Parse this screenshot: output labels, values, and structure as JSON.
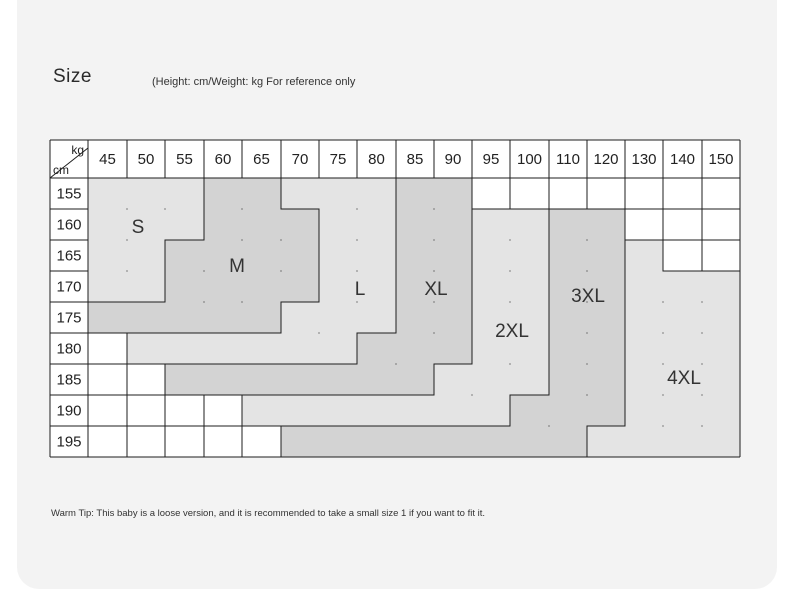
{
  "header": {
    "title": "Size",
    "subtitle": "(Height: cm/Weight: kg For reference only"
  },
  "table": {
    "corner_top": "kg",
    "corner_bottom": "cm",
    "weights": [
      "45",
      "50",
      "55",
      "60",
      "65",
      "70",
      "75",
      "80",
      "85",
      "90",
      "95",
      "100",
      "110",
      "120",
      "130",
      "140",
      "150"
    ],
    "heights": [
      "155",
      "160",
      "165",
      "170",
      "175",
      "180",
      "185",
      "190",
      "195"
    ],
    "sizes": [
      {
        "label": "S",
        "color": "#e4e4e4",
        "rows": [
          [
            1,
            3
          ],
          [
            1,
            3
          ],
          [
            1,
            2
          ],
          [
            1,
            2
          ],
          [
            1,
            5
          ]
        ]
      },
      {
        "label": "M",
        "color": "#d3d3d3",
        "rows": [
          [
            4,
            5
          ],
          [
            4,
            6
          ],
          [
            3,
            6
          ],
          [
            3,
            6
          ],
          [
            1,
            5
          ]
        ]
      },
      {
        "label": "L",
        "color": "#e4e4e4",
        "rows": [
          [
            6,
            8
          ],
          [
            7,
            8
          ],
          [
            7,
            8
          ],
          [
            7,
            8
          ],
          [
            6,
            8
          ],
          [
            2,
            7
          ]
        ]
      },
      {
        "label": "XL",
        "color": "#d3d3d3",
        "rows": [
          [
            9,
            10
          ],
          [
            9,
            10
          ],
          [
            9,
            10
          ],
          [
            9,
            10
          ],
          [
            9,
            10
          ],
          [
            8,
            10
          ],
          [
            3,
            9
          ]
        ]
      },
      {
        "label": "2XL",
        "color": "#e4e4e4",
        "rows": [
          [],
          [
            11,
            12
          ],
          [
            11,
            12
          ],
          [
            11,
            12
          ],
          [
            11,
            12
          ],
          [
            11,
            12
          ],
          [
            10,
            12
          ],
          [
            5,
            11
          ]
        ]
      },
      {
        "label": "3XL",
        "color": "#d3d3d3",
        "rows": [
          [],
          [
            13,
            14
          ],
          [
            13,
            14
          ],
          [
            13,
            14
          ],
          [
            13,
            14
          ],
          [
            13,
            14
          ],
          [
            13,
            14
          ],
          [
            12,
            14
          ],
          [
            6,
            13
          ]
        ]
      },
      {
        "label": "4XL",
        "color": "#e4e4e4",
        "rows": [
          [],
          [],
          [
            15,
            15
          ],
          [
            15,
            17
          ],
          [
            15,
            17
          ],
          [
            15,
            17
          ],
          [
            15,
            17
          ],
          [
            15,
            17
          ],
          [
            14,
            17
          ]
        ]
      }
    ]
  },
  "footer": {
    "tip": "Warm Tip: This baby is a loose version, and it is recommended to take a small size 1 if you want to fit it."
  }
}
